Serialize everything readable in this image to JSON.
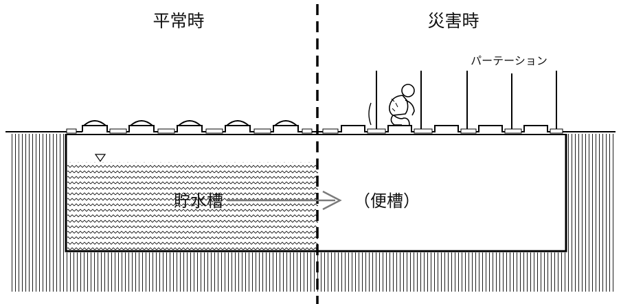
{
  "labels": {
    "normal_time": "平常時",
    "disaster_time": "災害時",
    "partition": "パーテーション",
    "water_tank": "貯水槽",
    "toilet_tank": "（便槽）"
  },
  "colors": {
    "line": "#000000",
    "arrow": "#7a7a7a",
    "background": "#ffffff"
  }
}
